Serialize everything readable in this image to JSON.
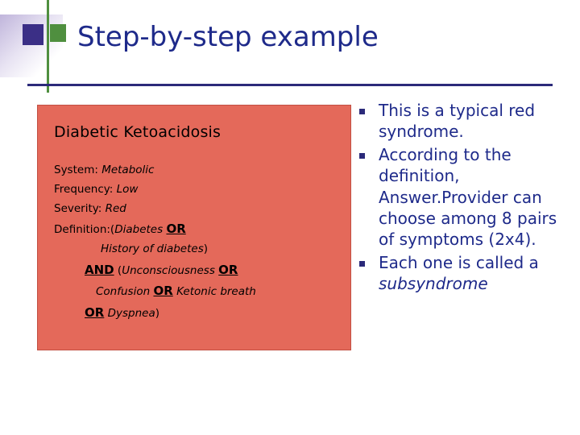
{
  "slide": {
    "title": "Step-by-step example"
  },
  "red_box": {
    "heading": "Diabetic Ketoacidosis",
    "attributes": [
      {
        "label": "System:",
        "value": "Metabolic"
      },
      {
        "label": "Frequency:",
        "value": "Low"
      },
      {
        "label": "Severity:",
        "value": "Red"
      }
    ],
    "definition": {
      "label": "Definition:",
      "line1_open": "(",
      "line1_term": "Diabetes",
      "line1_op": "OR",
      "line2_term": "History of diabetes",
      "line2_close": ")",
      "line3_op": "AND",
      "line3_open": "(",
      "line3_term": "Unconsciousness",
      "line3_op2": "OR",
      "line4_term": "Confusion",
      "line4_op": "OR",
      "line4_term2": "Ketonic breath",
      "line5_op": "OR",
      "line5_term": "Dyspnea",
      "line5_close": ")"
    }
  },
  "bullets": [
    {
      "marker": "square-bullet",
      "text": "This is a typical red syndrome."
    },
    {
      "marker": "square-bullet",
      "text": "According to the definition, Answer.Provider can choose among 8 pairs of symptoms (2x4)."
    },
    {
      "marker": "square-bullet",
      "text_plain": "Each one is called a ",
      "text_italic": "subsyndrome"
    }
  ],
  "colors": {
    "title_blue": "#1e2a8a",
    "rule_blue": "#2b2a7a",
    "box_red": "#e4695a",
    "accent_green": "#4f8f3f",
    "accent_purple": "#3b2f86"
  }
}
